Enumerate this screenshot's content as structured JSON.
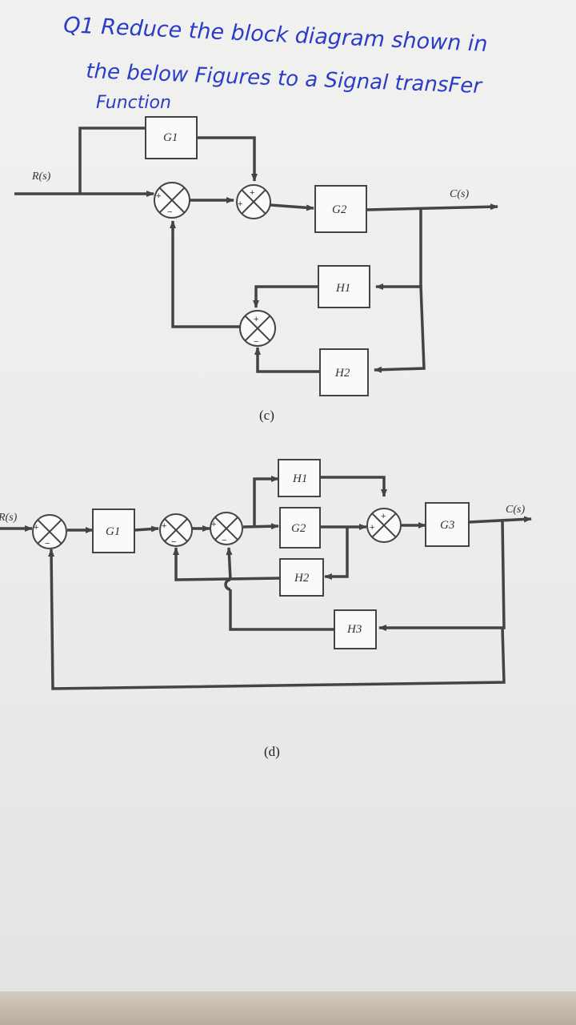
{
  "question": {
    "line1": "Q1 Reduce the block diagram shown in",
    "line2": "the below Figures to a Signal transFer",
    "line3": "Function"
  },
  "diagram_c": {
    "input_label": "R(s)",
    "output_label": "C(s)",
    "blocks": {
      "g1": "G1",
      "g2": "G2",
      "h1": "H1",
      "h2": "H2"
    },
    "caption": "(c)"
  },
  "diagram_d": {
    "input_label": "R(s)",
    "output_label": "C(s)",
    "blocks": {
      "g1": "G1",
      "g2": "G2",
      "g3": "G3",
      "h1": "H1",
      "h2": "H2",
      "h3": "H3"
    },
    "caption": "(d)"
  },
  "signs": {
    "plus": "+",
    "minus": "−"
  }
}
